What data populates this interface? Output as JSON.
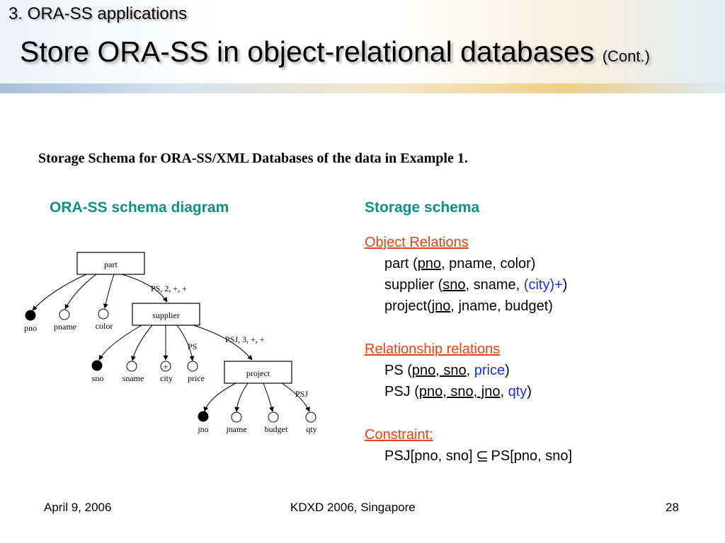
{
  "slide": {
    "sub_title": "3. ORA-SS applications",
    "main_title": "Store ORA-SS in object-relational databases",
    "main_title_suffix": "(Cont.)",
    "caption": "Storage Schema for ORA-SS/XML Databases of the data in Example 1."
  },
  "left_heading": "ORA-SS schema diagram",
  "right_heading": "Storage schema",
  "diagram": {
    "objects": {
      "part": "part",
      "supplier": "supplier",
      "project": "project"
    },
    "labels": {
      "rel_part_supplier": "PS, 2, +, +",
      "rel_supplier_project": "PSJ, 3, +, +",
      "ps_tag": "PS",
      "psj_tag": "PSJ",
      "plus_mark": "+"
    },
    "attributes": {
      "pno": "pno",
      "pname": "pname",
      "color": "color",
      "sno": "sno",
      "sname": "sname",
      "city": "city",
      "price": "price",
      "jno": "jno",
      "jname": "jname",
      "budget": "budget",
      "qty": "qty"
    }
  },
  "storage": {
    "object_relations": {
      "title": "Object Relations",
      "part": {
        "prefix": "part (",
        "key": "pno",
        "rest": ", pname, color)"
      },
      "supplier": {
        "prefix": "supplier (",
        "key": "sno",
        "mid": ", sname, ",
        "multi": "(city)+",
        "suffix": ")"
      },
      "project": {
        "prefix": "project(",
        "key": "jno",
        "rest": ", jname, budget)"
      }
    },
    "relationship_relations": {
      "title": "Relationship relations",
      "ps": {
        "prefix": "PS (",
        "key": "pno, sno",
        "sep": ", ",
        "attr": "price",
        "suffix": ")"
      },
      "psj": {
        "prefix": "PSJ (",
        "key": "pno, sno, jno",
        "sep": ", ",
        "attr": "qty",
        "suffix": ")"
      }
    },
    "constraint": {
      "title": "Constraint:",
      "left": "PSJ[pno, sno]",
      "right": "PS[pno, sno]"
    }
  },
  "footer": {
    "date": "April 9, 2006",
    "venue": "KDXD 2006, Singapore",
    "page": "28"
  }
}
